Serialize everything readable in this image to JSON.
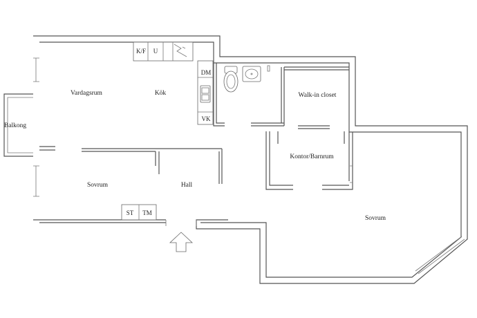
{
  "rooms": {
    "balkong": "Balkong",
    "vardagsrum": "Vardagsrum",
    "kok": "Kök",
    "walk_in_closet": "Walk-in closet",
    "kontor": "Kontor/Barnrum",
    "sovrum_1": "Sovrum",
    "hall": "Hall",
    "sovrum_2": "Sovrum"
  },
  "fixtures": {
    "kf": "K/F",
    "u": "U",
    "dm": "DM",
    "vk": "VK",
    "st": "ST",
    "tm": "TM"
  },
  "icons": {
    "entrance": "entrance-arrow-icon",
    "toilet": "toilet-icon",
    "sink": "sink-icon",
    "kitchen_sink": "kitchen-sink-icon",
    "stove": "stove-icon"
  }
}
